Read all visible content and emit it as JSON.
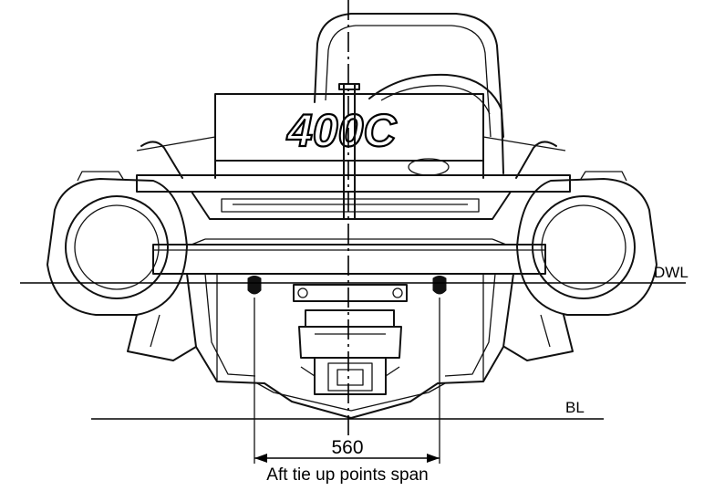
{
  "drawing": {
    "model_badge": "400C",
    "waterline_label": "DWL",
    "baseline_label": "BL",
    "tie_up_span_value": "560",
    "tie_up_span_caption": "Aft tie up points span"
  }
}
